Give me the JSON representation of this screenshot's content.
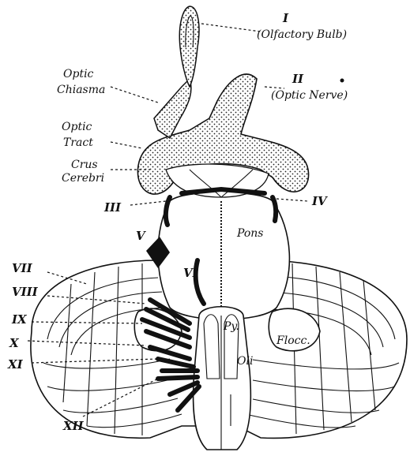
{
  "labels": {
    "olfactory_numeral": "I",
    "olfactory_name": "(Olfactory Bulb)",
    "optic_nerve_numeral": "II",
    "optic_nerve_name": "(Optic Nerve)",
    "optic_chiasma_line1": "Optic",
    "optic_chiasma_line2": "Chiasma",
    "optic_tract_line1": "Optic",
    "optic_tract_line2": "Tract",
    "crus_line1": "Crus",
    "crus_line2": "Cerebri",
    "n3": "III",
    "n4": "IV",
    "n5": "V",
    "n6": "VI",
    "n7": "VII",
    "n8": "VIII",
    "n9": "IX",
    "n10": "X",
    "n11": "XI",
    "n12": "XII",
    "pons": "Pons",
    "pyramid": "Py.",
    "olive": "Oli",
    "flocculus": "Flocc."
  }
}
